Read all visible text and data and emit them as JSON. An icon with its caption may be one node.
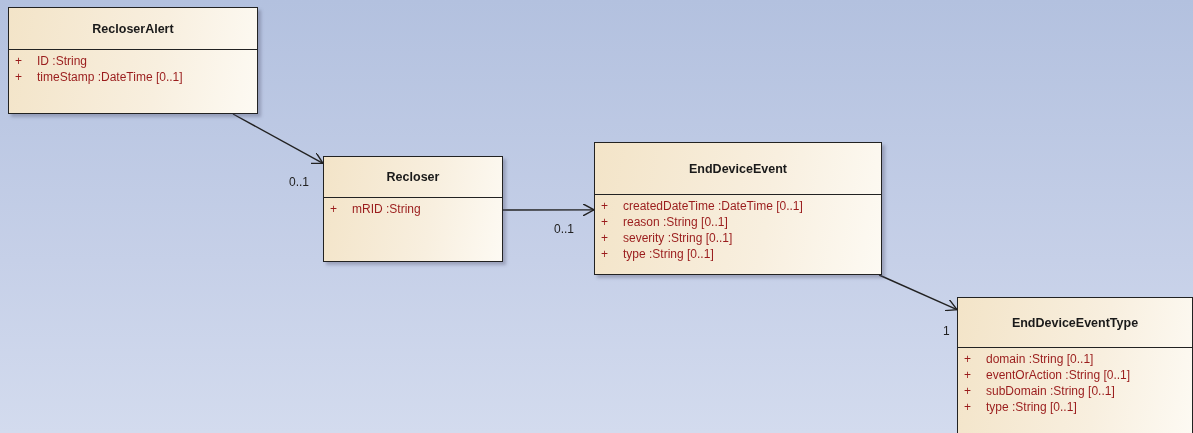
{
  "diagram": {
    "nodes": [
      {
        "text": [
          "RecloserAlert",
          "+ ID :String",
          "+ timeStamp :DateTime [0..1]"
        ]
      },
      {
        "text": [
          "Recloser",
          "+ mRID :String"
        ]
      },
      {
        "text": [
          "EndDeviceEvent",
          "+ createdDateTime :DateTime [0..1]",
          "+ reason :String [0..1]",
          "+ severity :String [0..1]",
          "+ type :String [0..1]"
        ]
      },
      {
        "text": [
          "EndDeviceEventType",
          "+ domain :String [0..1]",
          "+ eventOrAction :String [0..1]",
          "+ subDomain :String [0..1]",
          "+ type :String [0..1]"
        ]
      }
    ],
    "edges": [
      {
        "from": 0,
        "to": 1,
        "arrow": "to",
        "label": "0..1"
      },
      {
        "from": 1,
        "to": 2,
        "arrow": "to",
        "label": "0..1"
      },
      {
        "from": 2,
        "to": 3,
        "arrow": "to",
        "label": "1"
      }
    ]
  }
}
